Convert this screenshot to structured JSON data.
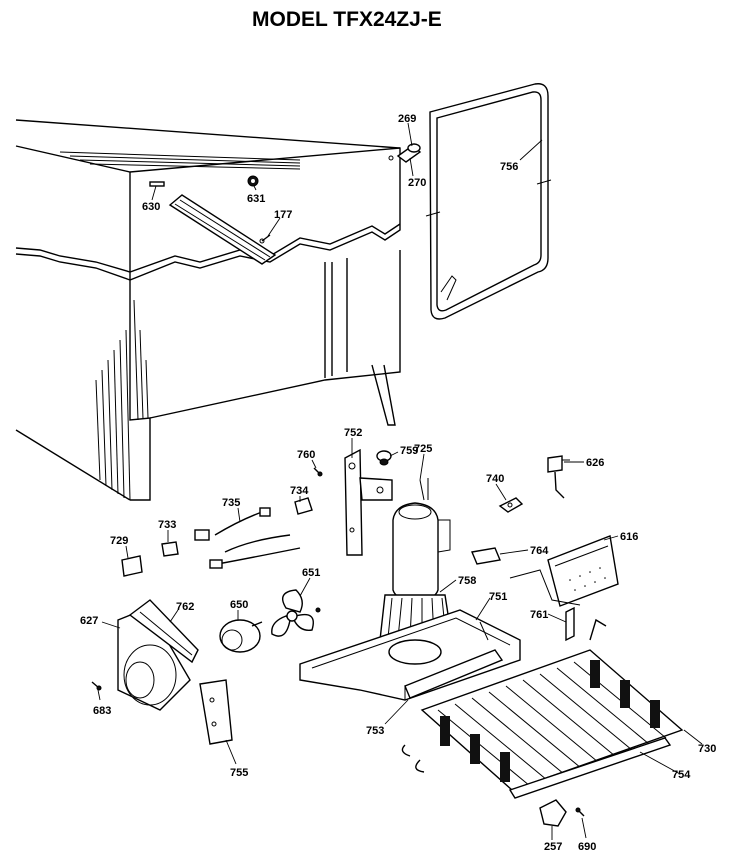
{
  "title": "MODEL  TFX24ZJ-E",
  "parts": [
    {
      "id": "269"
    },
    {
      "id": "270"
    },
    {
      "id": "756"
    },
    {
      "id": "630"
    },
    {
      "id": "631"
    },
    {
      "id": "177"
    },
    {
      "id": "752"
    },
    {
      "id": "759"
    },
    {
      "id": "760"
    },
    {
      "id": "725"
    },
    {
      "id": "740"
    },
    {
      "id": "626"
    },
    {
      "id": "735"
    },
    {
      "id": "734"
    },
    {
      "id": "729"
    },
    {
      "id": "733"
    },
    {
      "id": "764"
    },
    {
      "id": "616"
    },
    {
      "id": "651"
    },
    {
      "id": "758"
    },
    {
      "id": "751"
    },
    {
      "id": "761"
    },
    {
      "id": "627"
    },
    {
      "id": "762"
    },
    {
      "id": "650"
    },
    {
      "id": "683"
    },
    {
      "id": "755"
    },
    {
      "id": "753"
    },
    {
      "id": "730"
    },
    {
      "id": "754"
    },
    {
      "id": "257"
    },
    {
      "id": "690"
    }
  ]
}
